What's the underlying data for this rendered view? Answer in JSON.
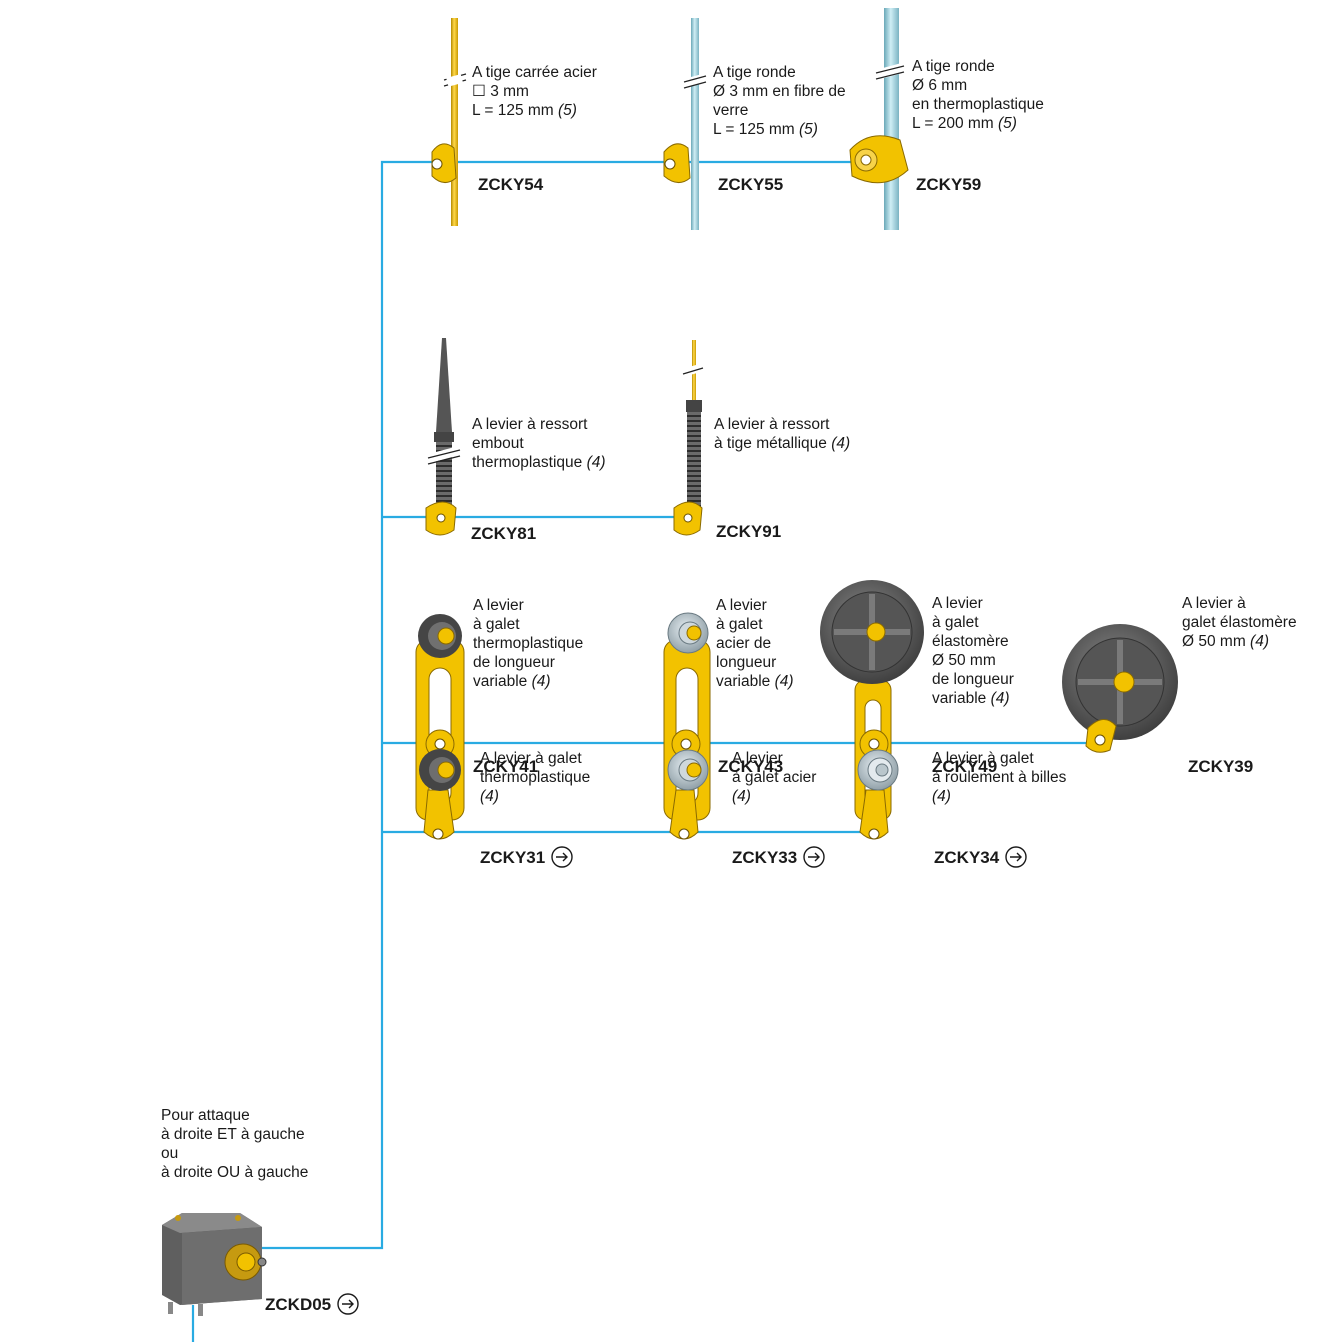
{
  "colors": {
    "connector": "#29abe2",
    "yellow": "#f2c200",
    "yellow_dark": "#b58a00",
    "grey": "#5e5e5e",
    "steel": "#b9c6cc"
  },
  "base": {
    "description": "Pour attaque\nà droite ET à gauche\nou\nà droite OU à gauche",
    "code": "ZCKD05",
    "icon": "arrow-right-circle-icon"
  },
  "rows": [
    {
      "items": [
        {
          "code": "ZCKY54",
          "text": "A tige carrée acier\n☐ 3 mm\nL = 125 mm",
          "note": "(5)",
          "arrow": false
        },
        {
          "code": "ZCKY55",
          "text": "A tige ronde\nØ 3 mm en fibre de\nverre\nL = 125 mm",
          "note": "(5)",
          "arrow": false
        },
        {
          "code": "ZCKY59",
          "text": "A tige ronde\nØ 6 mm\nen thermoplastique\nL = 200 mm",
          "note": "(5)",
          "arrow": false
        }
      ]
    },
    {
      "items": [
        {
          "code": "ZCKY81",
          "text": "A levier à ressort\nembout\nthermoplastique",
          "note": "(4)",
          "arrow": false
        },
        {
          "code": "ZCKY91",
          "text": "A levier à ressort\nà tige métallique",
          "note": "(4)",
          "arrow": false
        }
      ]
    },
    {
      "items": [
        {
          "code": "ZCKY41",
          "text": "A levier\nà galet\nthermoplastique\nde longueur\nvariable",
          "note": "(4)",
          "arrow": false
        },
        {
          "code": "ZCKY43",
          "text": "A levier\nà galet\nacier de\nlongueur\nvariable",
          "note": "(4)",
          "arrow": false
        },
        {
          "code": "ZCKY49",
          "text": "A levier\nà galet\nélastomère\nØ 50 mm\nde longueur\nvariable",
          "note": "(4)",
          "arrow": false
        },
        {
          "code": "ZCKY39",
          "text": "A levier à\ngalet élastomère\nØ 50 mm",
          "note": "(4)",
          "arrow": false
        }
      ]
    },
    {
      "items": [
        {
          "code": "ZCKY31",
          "text": "A levier  à galet\nthermoplastique\n",
          "note": "(4)",
          "arrow": true
        },
        {
          "code": "ZCKY33",
          "text": "A levier\nà galet acier\n",
          "note": "(4)",
          "arrow": true
        },
        {
          "code": "ZCKY34",
          "text": "A levier à galet\nà roulement à billes\n",
          "note": "(4)",
          "arrow": true
        }
      ]
    }
  ]
}
